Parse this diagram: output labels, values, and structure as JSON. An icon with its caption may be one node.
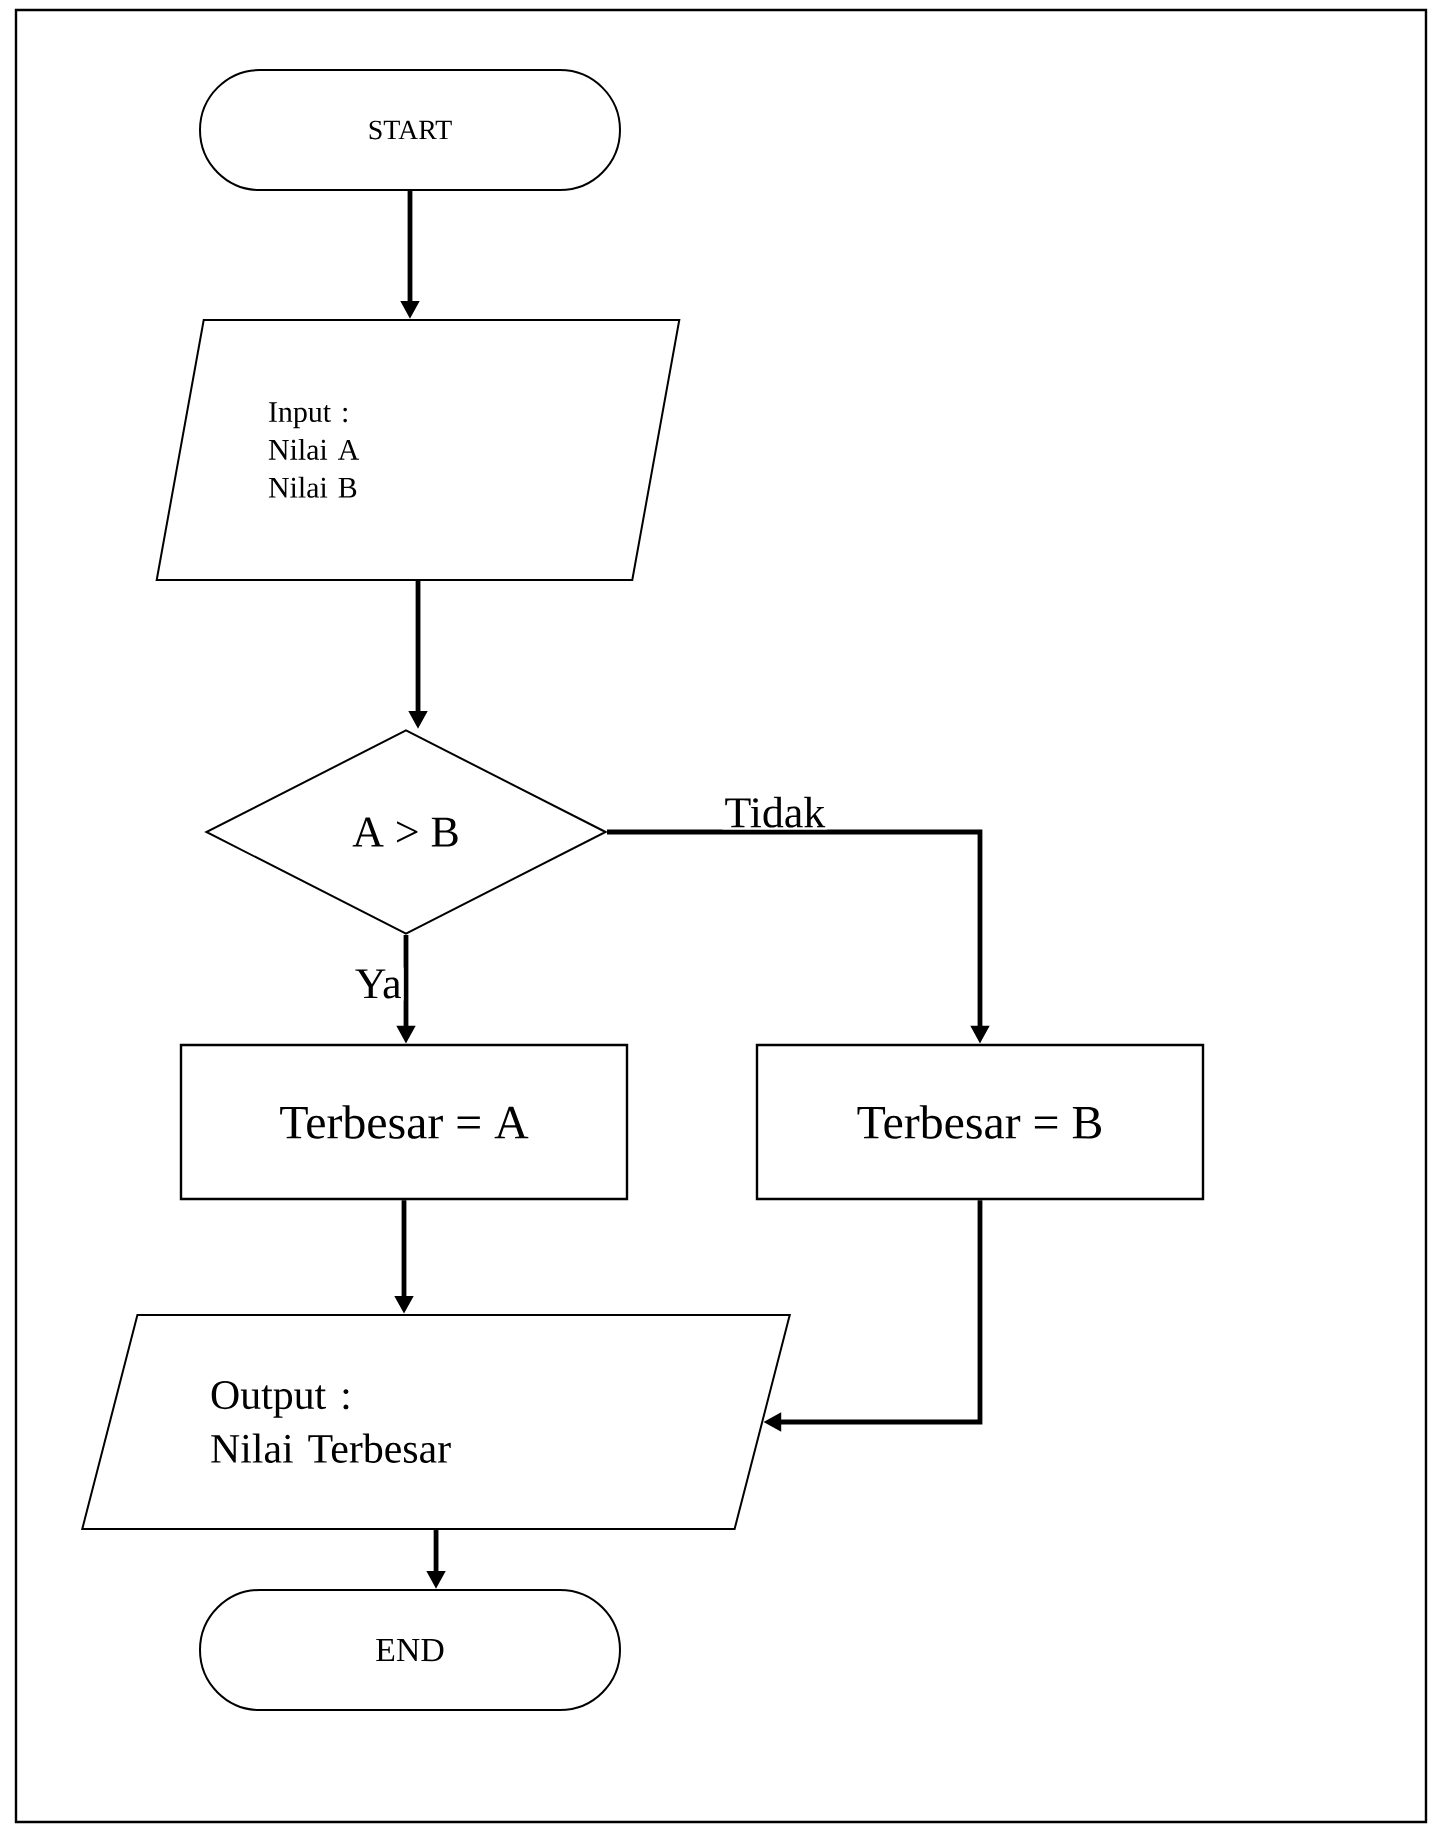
{
  "diagram": {
    "nodes": [
      {
        "text": [
          "START"
        ]
      },
      {
        "text": [
          "Input :",
          "Nilai A",
          "Nilai B"
        ]
      },
      {
        "text": [
          "A > B"
        ]
      },
      {
        "text": [
          "Terbesar = A"
        ]
      },
      {
        "text": [
          "Terbesar = B"
        ]
      },
      {
        "text": [
          "Output :",
          "Nilai Terbesar"
        ]
      },
      {
        "text": [
          "END"
        ]
      }
    ],
    "edges": [
      {
        "from": 0,
        "to": 1,
        "arrow": "to"
      },
      {
        "from": 1,
        "to": 2,
        "arrow": "to"
      },
      {
        "from": 2,
        "to": 3,
        "arrow": "to",
        "label": "Ya"
      },
      {
        "from": 2,
        "to": 4,
        "arrow": "to",
        "label": "Tidak"
      },
      {
        "from": 3,
        "to": 5,
        "arrow": "to"
      },
      {
        "from": 4,
        "to": 5,
        "arrow": "to"
      },
      {
        "from": 5,
        "to": 6,
        "arrow": "to"
      }
    ]
  }
}
